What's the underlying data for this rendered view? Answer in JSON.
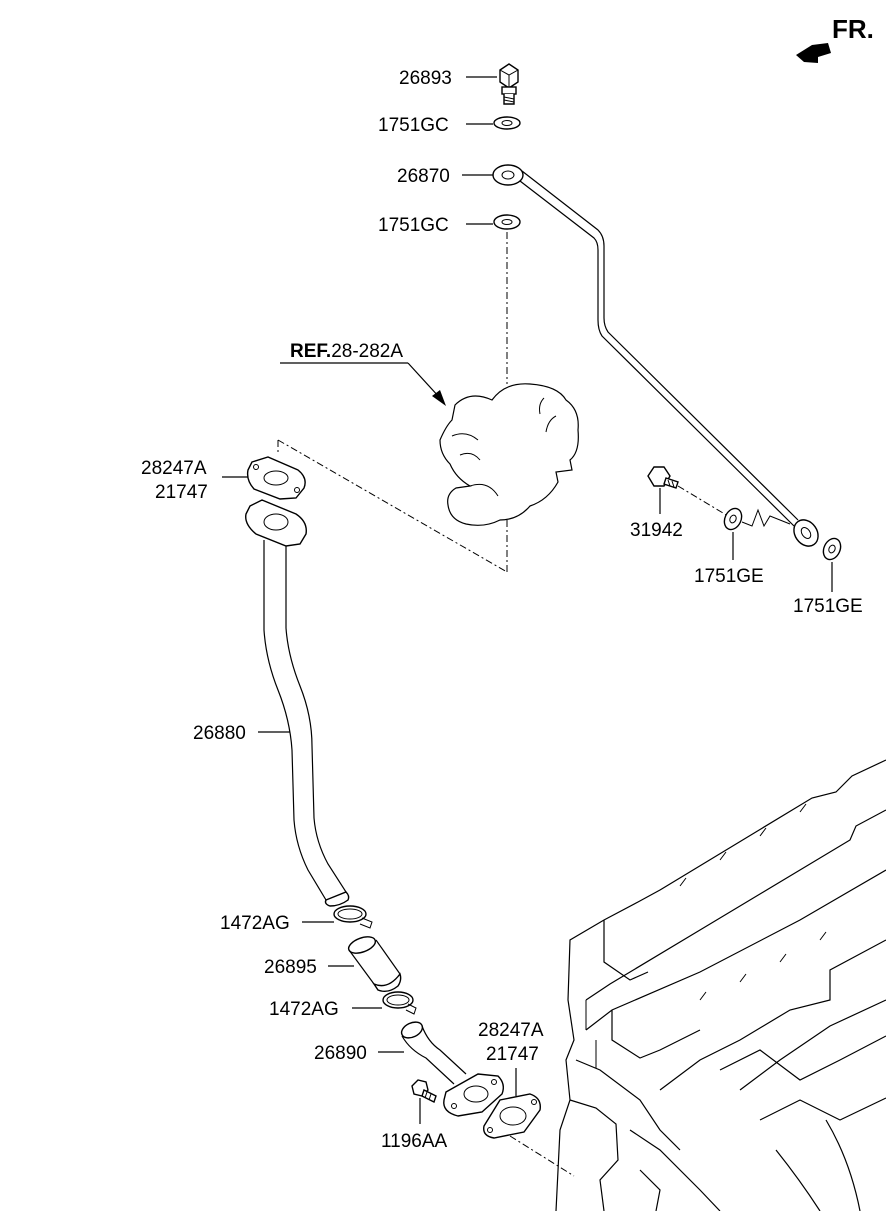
{
  "direction_label": "FR.",
  "reference": {
    "prefix": "REF.",
    "code": "28-282A"
  },
  "callouts": [
    {
      "id": "bolt-top",
      "text": "26893"
    },
    {
      "id": "washer-top-1",
      "text": "1751GC"
    },
    {
      "id": "oil-feed-pipe",
      "text": "26870"
    },
    {
      "id": "washer-top-2",
      "text": "1751GC"
    },
    {
      "id": "gasket-upper-a",
      "text": "28247A"
    },
    {
      "id": "gasket-upper-b",
      "text": "21747"
    },
    {
      "id": "eye-bolt-lower",
      "text": "31942"
    },
    {
      "id": "washer-lower-1",
      "text": "1751GE"
    },
    {
      "id": "washer-lower-2",
      "text": "1751GE"
    },
    {
      "id": "oil-return-pipe",
      "text": "26880"
    },
    {
      "id": "clamp-upper",
      "text": "1472AG"
    },
    {
      "id": "hose",
      "text": "26895"
    },
    {
      "id": "clamp-lower",
      "text": "1472AG"
    },
    {
      "id": "return-elbow",
      "text": "26890"
    },
    {
      "id": "gasket-lower-a",
      "text": "28247A"
    },
    {
      "id": "gasket-lower-b",
      "text": "21747"
    },
    {
      "id": "flange-bolt",
      "text": "1196AA"
    }
  ]
}
